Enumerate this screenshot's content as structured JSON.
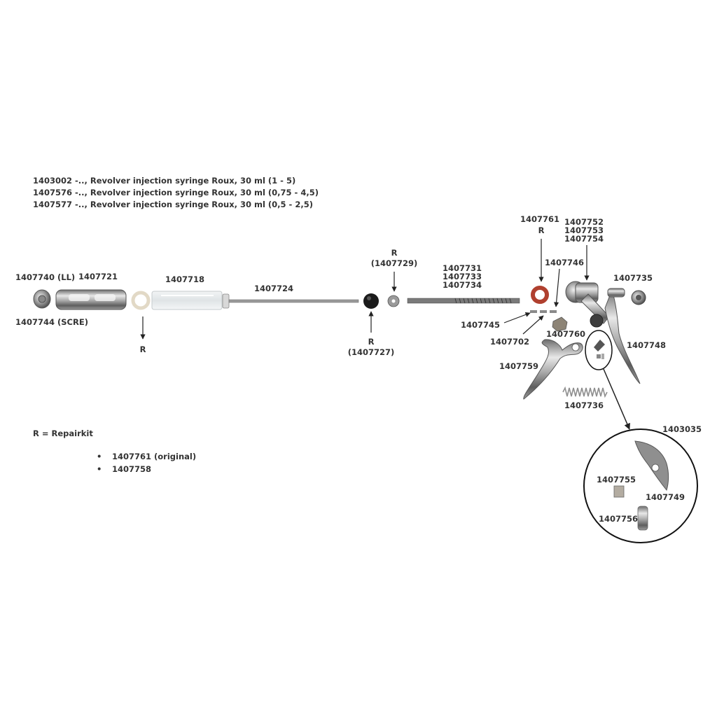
{
  "titles": [
    "1403002 -.., Revolver injection syringe Roux, 30 ml (1 - 5)",
    "1407576 -.., Revolver injection syringe Roux, 30 ml (0,75 - 4,5)",
    "1407577 -.., Revolver injection syringe Roux, 30 ml (0,5 - 2,5)"
  ],
  "labels": {
    "p1407740": "1407740 (LL)",
    "p1407721": "1407721",
    "p1407744": "1407744 (SCRE)",
    "p1407718": "1407718",
    "r_seal_left": "R",
    "p1407724": "1407724",
    "r_top": "R",
    "r_top_num": "(1407729)",
    "r_bottom": "R",
    "r_bottom_num": "(1407727)",
    "p1407731": "1407731",
    "p1407733": "1407733",
    "p1407734": "1407734",
    "p1407761": "1407761",
    "r_1407761": "R",
    "p1407752": "1407752",
    "p1407753": "1407753",
    "p1407754": "1407754",
    "p1407746": "1407746",
    "p1407735": "1407735",
    "p1407745": "1407745",
    "p1407760": "1407760",
    "p1407702": "1407702",
    "p1407748": "1407748",
    "p1407759": "1407759",
    "p1407736": "1407736",
    "p1403035": "1403035",
    "p1407755": "1407755",
    "p1407749": "1407749",
    "p1407756": "1407756"
  },
  "legend": {
    "definition": "R = Repairkit",
    "items": [
      "1407761 (original)",
      "1407758"
    ]
  }
}
